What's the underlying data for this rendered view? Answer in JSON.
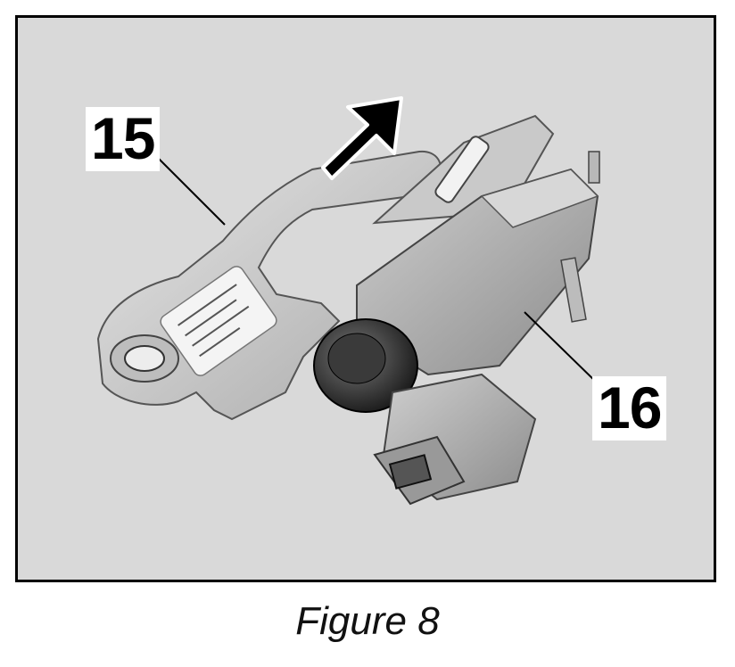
{
  "figure": {
    "callouts": {
      "bracket_number": "15",
      "valve_number": "16"
    },
    "caption": "Figure 8"
  },
  "colors": {
    "background": "#d9d9d9",
    "frame_border": "#000000",
    "part_grey": "#b3b3b3",
    "bracket_metal": "#c8c8c8"
  },
  "icons": {
    "direction_arrow": "arrow-up-right-icon"
  }
}
